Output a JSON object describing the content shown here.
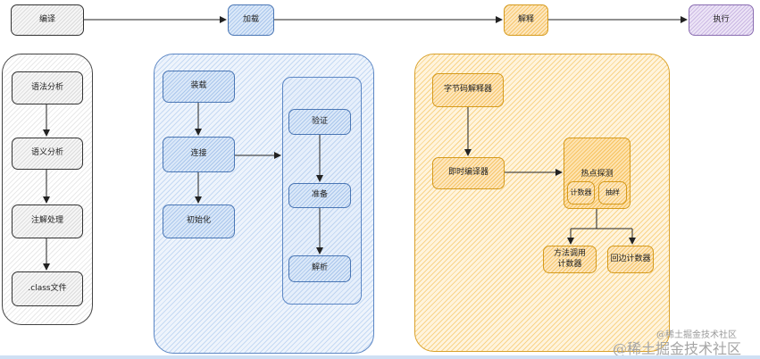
{
  "pipeline": {
    "compile": "编译",
    "load": "加载",
    "interpret": "解释",
    "execute": "执行"
  },
  "compile_steps": {
    "lexical": "语法分析",
    "semantic": "语义分析",
    "annotation": "注解处理",
    "class_file": ".class文件"
  },
  "load_steps": {
    "loading": "装载",
    "linking": "连接",
    "init": "初始化",
    "verify": "验证",
    "prepare": "准备",
    "resolve": "解析"
  },
  "interpret_steps": {
    "bytecode_interpreter": "字节码解释器",
    "jit": "即时编译器",
    "hotspot": "热点探测",
    "counter": "计数器",
    "sampling": "抽样",
    "method_counter_line1": "方法调用",
    "method_counter_line2": "计数器",
    "backedge_counter": "回边计数器"
  },
  "watermark": {
    "line1": "@稀土掘金技术社区",
    "line2": "@稀土掘金技术社区"
  },
  "colors": {
    "grey": "#333333",
    "blue": "#4a76b4",
    "orange": "#d59a1c",
    "purple": "#8a6db1"
  }
}
